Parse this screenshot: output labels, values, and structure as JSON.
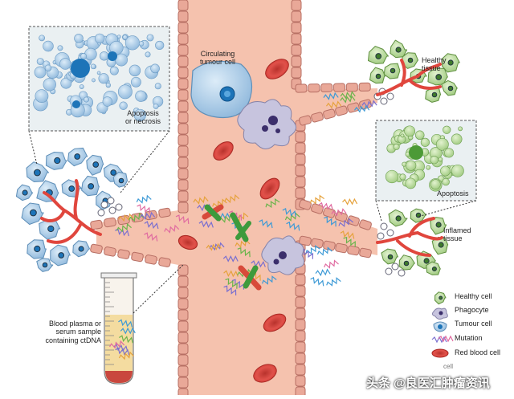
{
  "labels": {
    "ctc": "Circulating\ntumour cell",
    "apoptosis_necrosis": "Apoptosis\nor necrosis",
    "healthy_tissue": "Healthy\ntissue",
    "apoptosis": "Apoptosis",
    "inflamed_tissue": "Inflamed\ntissue",
    "blood_sample": "Blood plasma or\nserum sample\ncontaining ctDNA"
  },
  "legend": [
    {
      "icon": "healthy-cell-icon",
      "label": "Healthy cell"
    },
    {
      "icon": "phagocyte-icon",
      "label": "Phagocyte"
    },
    {
      "icon": "tumour-cell-icon",
      "label": "Tumour cell"
    },
    {
      "icon": "mutation-icon",
      "label": "Mutation"
    },
    {
      "icon": "red-blood-cell-icon",
      "label": "Red blood cell"
    }
  ],
  "watermark": "头条 @良医汇肿瘤资讯",
  "clipped_legend": "cell",
  "colors": {
    "vessel": "#f2b9a5",
    "vessel_wall": "#c9857a",
    "tumour": "#a9cbe6",
    "healthy": "#b7d99a",
    "rbc": "#d9413a",
    "phagocyte": "#c6c3dd",
    "tube_fill": "#f4dfa2"
  }
}
